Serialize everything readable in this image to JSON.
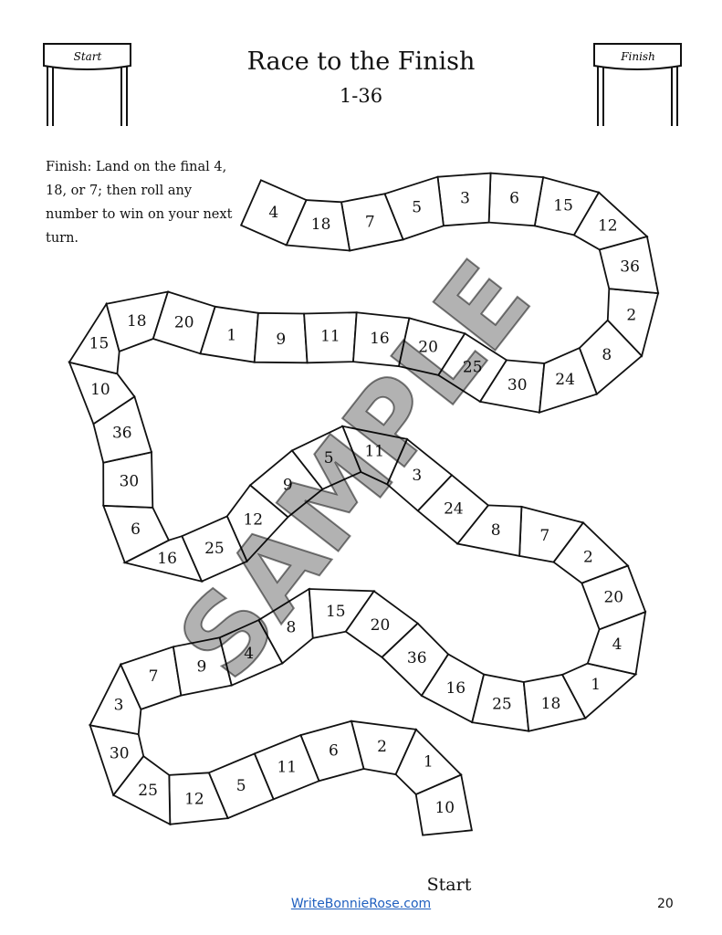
{
  "title": "Race to the Finish",
  "subtitle": "1-36",
  "rules": "Finish: Land on the final 4, 18, or 7; then roll any number to win on your next turn.",
  "start_banner_text": "Start",
  "finish_banner_text": "Finish",
  "start_label": "Start",
  "watermark": "SAMPLE",
  "footer_link": "WriteBonnieRose.com",
  "page_number": "20",
  "colors": {
    "link": "#1f5fbf",
    "watermark": "#8a8a8a",
    "ink": "#111111"
  },
  "spaces": [
    {
      "n": "10"
    },
    {
      "n": "1"
    },
    {
      "n": "2"
    },
    {
      "n": "6"
    },
    {
      "n": "11"
    },
    {
      "n": "5"
    },
    {
      "n": "12"
    },
    {
      "n": "25"
    },
    {
      "n": "30"
    },
    {
      "n": "3"
    },
    {
      "n": "7"
    },
    {
      "n": "9"
    },
    {
      "n": "4"
    },
    {
      "n": "8"
    },
    {
      "n": "15"
    },
    {
      "n": "20"
    },
    {
      "n": "36"
    },
    {
      "n": "16"
    },
    {
      "n": "25"
    },
    {
      "n": "18"
    },
    {
      "n": "1"
    },
    {
      "n": "4"
    },
    {
      "n": "20"
    },
    {
      "n": "2"
    },
    {
      "n": "7"
    },
    {
      "n": "8"
    },
    {
      "n": "24"
    },
    {
      "n": "3"
    },
    {
      "n": "11"
    },
    {
      "n": "5"
    },
    {
      "n": "9"
    },
    {
      "n": "12"
    },
    {
      "n": "25"
    },
    {
      "n": "16"
    },
    {
      "n": "6"
    },
    {
      "n": "30"
    },
    {
      "n": "36"
    },
    {
      "n": "10"
    },
    {
      "n": "15"
    },
    {
      "n": "18"
    },
    {
      "n": "20"
    },
    {
      "n": "1"
    },
    {
      "n": "9"
    },
    {
      "n": "11"
    },
    {
      "n": "16"
    },
    {
      "n": "20"
    },
    {
      "n": "25"
    },
    {
      "n": "30"
    },
    {
      "n": "24"
    },
    {
      "n": "8"
    },
    {
      "n": "2"
    },
    {
      "n": "36"
    },
    {
      "n": "12"
    },
    {
      "n": "15"
    },
    {
      "n": "6"
    },
    {
      "n": "3"
    },
    {
      "n": "5"
    },
    {
      "n": "7"
    },
    {
      "n": "18"
    },
    {
      "n": "4"
    }
  ]
}
